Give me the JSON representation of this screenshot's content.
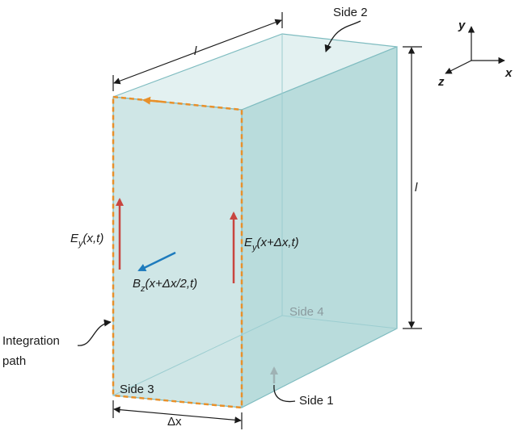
{
  "labels": {
    "side1": "Side 1",
    "side2": "Side 2",
    "side3": "Side 3",
    "side4": "Side 4",
    "length_top": "l",
    "length_right": "l",
    "delta_x": "Δx",
    "integration_path_line1": "Integration",
    "integration_path_line2": "path",
    "ey_left_main": "E",
    "ey_left_sub": "y",
    "ey_left_arg": "(x,t)",
    "ey_right_main": "E",
    "ey_right_sub": "y",
    "ey_right_arg": "(x+Δx,t)",
    "bz_main": "B",
    "bz_sub": "z",
    "bz_arg": "(x+Δx/2,t)"
  },
  "axes": {
    "x": "x",
    "y": "y",
    "z": "z"
  },
  "colors": {
    "box_fill": "#cfe6e6",
    "box_edge": "#7fbcc0",
    "path": "#e8902a",
    "e_field": "#c8453f",
    "b_field": "#1e7bbd",
    "dimension_line": "#1a1a1a"
  }
}
